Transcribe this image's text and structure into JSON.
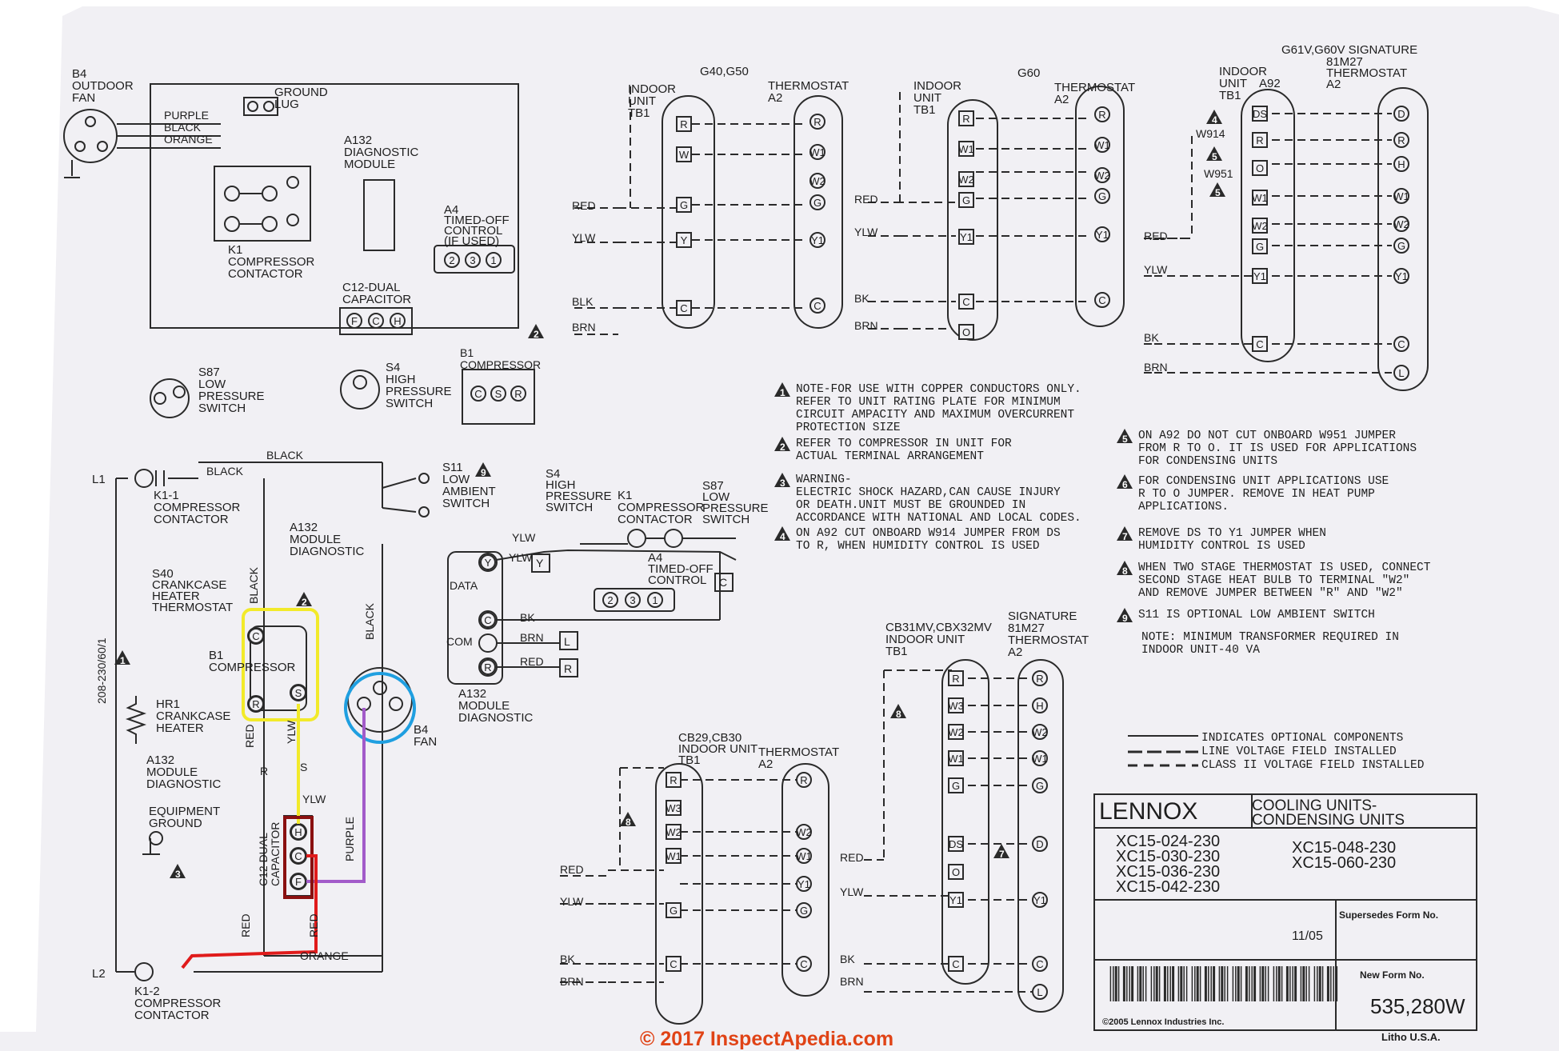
{
  "colors": {
    "paper": "#f1f0f4",
    "ink": "#2a2a2a",
    "highlight_yellow": "#f2ea2a",
    "highlight_red": "#e01b1b",
    "highlight_purple": "#a25bc9",
    "highlight_blue": "#1f9fe0",
    "watermark": "#e04316"
  },
  "top_left": {
    "outdoor_fan": [
      "B4",
      "OUTDOOR",
      "FAN"
    ],
    "fan_wires": [
      "PURPLE",
      "BLACK",
      "ORANGE"
    ],
    "ground_lug": [
      "GROUND",
      "LUG"
    ],
    "diag_module": [
      "A132",
      "DIAGNOSTIC",
      "MODULE"
    ],
    "timed_off": [
      "A4",
      "TIMED-OFF",
      "CONTROL",
      "(IF USED)"
    ],
    "timed_off_terms": [
      "2",
      "3",
      "1"
    ],
    "k1": [
      "K1",
      "COMPRESSOR",
      "CONTACTOR"
    ],
    "c12": [
      "C12-DUAL",
      "CAPACITOR"
    ],
    "c12_terms": [
      "F",
      "C",
      "H"
    ],
    "s87": [
      "S87",
      "LOW",
      "PRESSURE",
      "SWITCH"
    ],
    "s4": [
      "S4",
      "HIGH",
      "PRESSURE",
      "SWITCH"
    ],
    "b1": [
      "B1",
      "COMPRESSOR"
    ],
    "b1_terms": [
      "C",
      "S",
      "R"
    ],
    "note_mark": "2"
  },
  "g40": {
    "title": "G40,G50",
    "indoor": [
      "INDOOR",
      "UNIT",
      "TB1"
    ],
    "thermostat": [
      "THERMOSTAT",
      "A2"
    ],
    "wires": [
      "RED",
      "YLW",
      "BLK",
      "BRN"
    ],
    "tb_terms": [
      "R",
      "W",
      "G",
      "Y",
      "C"
    ],
    "th_terms": [
      "R",
      "W1",
      "W2",
      "G",
      "Y1",
      "C"
    ]
  },
  "g60": {
    "title": "G60",
    "indoor": [
      "INDOOR",
      "UNIT",
      "TB1"
    ],
    "thermostat": [
      "THERMOSTAT",
      "A2"
    ],
    "wires": [
      "RED",
      "YLW",
      "BK",
      "BRN"
    ],
    "tb_terms": [
      "R",
      "W1",
      "W2",
      "G",
      "Y1",
      "C",
      "O"
    ],
    "th_terms": [
      "R",
      "W1",
      "W2",
      "G",
      "Y1",
      "C"
    ]
  },
  "g61": {
    "title": "G61V,G60V SIGNATURE",
    "thermostat": [
      "81M27",
      "THERMOSTAT",
      "A2"
    ],
    "indoor": [
      "INDOOR",
      "UNIT",
      "TB1"
    ],
    "a92": "A92",
    "jumpers": [
      "W914",
      "W951"
    ],
    "jumper_marks": [
      "4",
      "5",
      "5"
    ],
    "wires": [
      "RED",
      "YLW",
      "BK",
      "BRN"
    ],
    "tb_terms": [
      "DS",
      "R",
      "O",
      "W1",
      "W2",
      "G",
      "Y1",
      "C"
    ],
    "th_terms": [
      "D",
      "R",
      "H",
      "W1",
      "W2",
      "G",
      "Y1",
      "C",
      "L"
    ]
  },
  "notes": [
    {
      "mark": "1",
      "lines": [
        "NOTE-FOR USE WITH COPPER CONDUCTORS ONLY.",
        "REFER TO UNIT RATING PLATE FOR MINIMUM",
        "CIRCUIT AMPACITY AND MAXIMUM OVERCURRENT",
        "PROTECTION SIZE"
      ]
    },
    {
      "mark": "2",
      "lines": [
        "REFER TO COMPRESSOR IN UNIT FOR",
        "ACTUAL TERMINAL ARRANGEMENT"
      ]
    },
    {
      "mark": "3",
      "lines": [
        "WARNING-",
        "ELECTRIC SHOCK HAZARD,CAN CAUSE INJURY",
        "OR DEATH.UNIT MUST BE GROUNDED IN",
        "ACCORDANCE WITH NATIONAL AND LOCAL CODES."
      ]
    },
    {
      "mark": "4",
      "lines": [
        "ON A92 CUT ONBOARD W914 JUMPER FROM DS",
        "TO R, WHEN HUMIDITY CONTROL IS USED"
      ]
    },
    {
      "mark": "5",
      "lines": [
        "ON A92 DO NOT CUT ONBOARD W951 JUMPER",
        "FROM R TO O. IT IS USED FOR APPLICATIONS",
        "FOR CONDENSING UNITS"
      ]
    },
    {
      "mark": "6",
      "lines": [
        "FOR CONDENSING UNIT APPLICATIONS USE",
        "R TO O JUMPER. REMOVE IN HEAT PUMP",
        "APPLICATIONS."
      ]
    },
    {
      "mark": "7",
      "lines": [
        "REMOVE DS TO Y1 JUMPER WHEN",
        "HUMIDITY CONTROL IS USED"
      ]
    },
    {
      "mark": "8",
      "lines": [
        "WHEN TWO STAGE THERMOSTAT IS USED, CONNECT",
        "SECOND STAGE HEAT BULB TO TERMINAL \"W2\"",
        "AND REMOVE JUMPER BETWEEN \"R\" AND \"W2\""
      ]
    },
    {
      "mark": "9",
      "lines": [
        "S11 IS OPTIONAL LOW AMBIENT SWITCH"
      ]
    }
  ],
  "transformer_note": [
    "NOTE: MINIMUM TRANSFORMER REQUIRED IN",
    "INDOOR UNIT-40 VA"
  ],
  "schematic": {
    "L1": "L1",
    "L2": "L2",
    "black_top": "BLACK",
    "black_left": "BLACK",
    "k1_1": [
      "K1-1",
      "COMPRESSOR",
      "CONTACTOR"
    ],
    "k1_2": [
      "K1-2",
      "COMPRESSOR",
      "CONTACTOR"
    ],
    "s11": [
      "S11",
      "LOW",
      "AMBIENT",
      "SWITCH"
    ],
    "s11_mark": "9",
    "a132": [
      "A132",
      "MODULE",
      "DIAGNOSTIC"
    ],
    "s40": [
      "S40",
      "CRANKCASE",
      "HEATER",
      "THERMOSTAT"
    ],
    "hr1": [
      "HR1",
      "CRANKCASE",
      "HEATER"
    ],
    "voltage": "208-230/60/1",
    "b1": [
      "B1",
      "COMPRESSOR"
    ],
    "comp_terms": [
      "C",
      "S",
      "R"
    ],
    "black_vert": "BLACK",
    "black_vert2": "BLACK",
    "red_left": "RED",
    "ylw": "YLW",
    "ylw2": "YLW",
    "a132_lower": [
      "A132",
      "MODULE",
      "DIAGNOSTIC"
    ],
    "a132_terms": [
      "R",
      "S"
    ],
    "equip_ground": [
      "EQUIPMENT",
      "GROUND"
    ],
    "c12": [
      "C12 DUAL",
      "CAPACITOR"
    ],
    "c12_terms": [
      "H",
      "C",
      "F"
    ],
    "purple": "PURPLE",
    "red_bottom": "RED",
    "red_bottom2": "RED",
    "orange": "ORANGE",
    "b4_fan": [
      "B4",
      "FAN"
    ],
    "note_marks": [
      "2",
      "1",
      "3"
    ]
  },
  "control": {
    "data": "DATA",
    "com": "COM",
    "terms": [
      "Y",
      "C",
      "R"
    ],
    "wires": [
      "YLW",
      "BK",
      "BRN",
      "RED"
    ],
    "wire_terms": [
      "Y",
      "L",
      "R"
    ],
    "a132": [
      "A132",
      "MODULE",
      "DIAGNOSTIC"
    ],
    "s4": [
      "S4",
      "HIGH",
      "PRESSURE",
      "SWITCH"
    ],
    "k1": [
      "K1",
      "COMPRESSOR",
      "CONTACTOR"
    ],
    "s87": [
      "S87",
      "LOW",
      "PRESSURE",
      "SWITCH"
    ],
    "a4": [
      "A4",
      "TIMED-OFF",
      "CONTROL"
    ],
    "a4_terms": [
      "2",
      "3",
      "1"
    ],
    "c_term": "C",
    "ylw_top": "YLW"
  },
  "cb29": {
    "title": [
      "CB29,CB30",
      "INDOOR UNIT",
      "TB1"
    ],
    "thermostat": [
      "THERMOSTAT",
      "A2"
    ],
    "wires": [
      "RED",
      "YLW",
      "BK",
      "BRN"
    ],
    "tb_terms": [
      "R",
      "W3",
      "W2",
      "W1",
      "G",
      "C"
    ],
    "th_terms": [
      "R",
      "W2",
      "W1",
      "Y1",
      "G",
      "C"
    ],
    "mark": "8"
  },
  "cb31": {
    "title": [
      "CB31MV,CBX32MV",
      "INDOOR UNIT",
      "TB1"
    ],
    "thermostat": [
      "SIGNATURE",
      "81M27",
      "THERMOSTAT",
      "A2"
    ],
    "wires": [
      "RED",
      "YLW",
      "BK",
      "BRN"
    ],
    "tb_terms": [
      "R",
      "W3",
      "W2",
      "W1",
      "G",
      "DS",
      "O",
      "Y1",
      "C"
    ],
    "th_terms": [
      "R",
      "H",
      "W2",
      "W1",
      "G",
      "D",
      "Y1",
      "C",
      "L"
    ],
    "marks": [
      "8",
      "7"
    ]
  },
  "legend": [
    "INDICATES OPTIONAL COMPONENTS",
    "LINE VOLTAGE FIELD INSTALLED",
    "CLASS II VOLTAGE FIELD INSTALLED"
  ],
  "title_block": {
    "brand": "LENNOX",
    "title": [
      "COOLING UNITS-",
      "CONDENSING UNITS"
    ],
    "models_left": [
      "XC15-024-230",
      "XC15-030-230",
      "XC15-036-230",
      "XC15-042-230"
    ],
    "models_right": [
      "XC15-048-230",
      "XC15-060-230"
    ],
    "supersedes_label": "Supersedes Form No.",
    "date": "11/05",
    "new_form_label": "New Form No.",
    "form_no": "535,280W",
    "copyright": "©2005 Lennox Industries Inc.",
    "litho": "Litho U.S.A."
  },
  "watermark": "© 2017 InspectApedia.com"
}
